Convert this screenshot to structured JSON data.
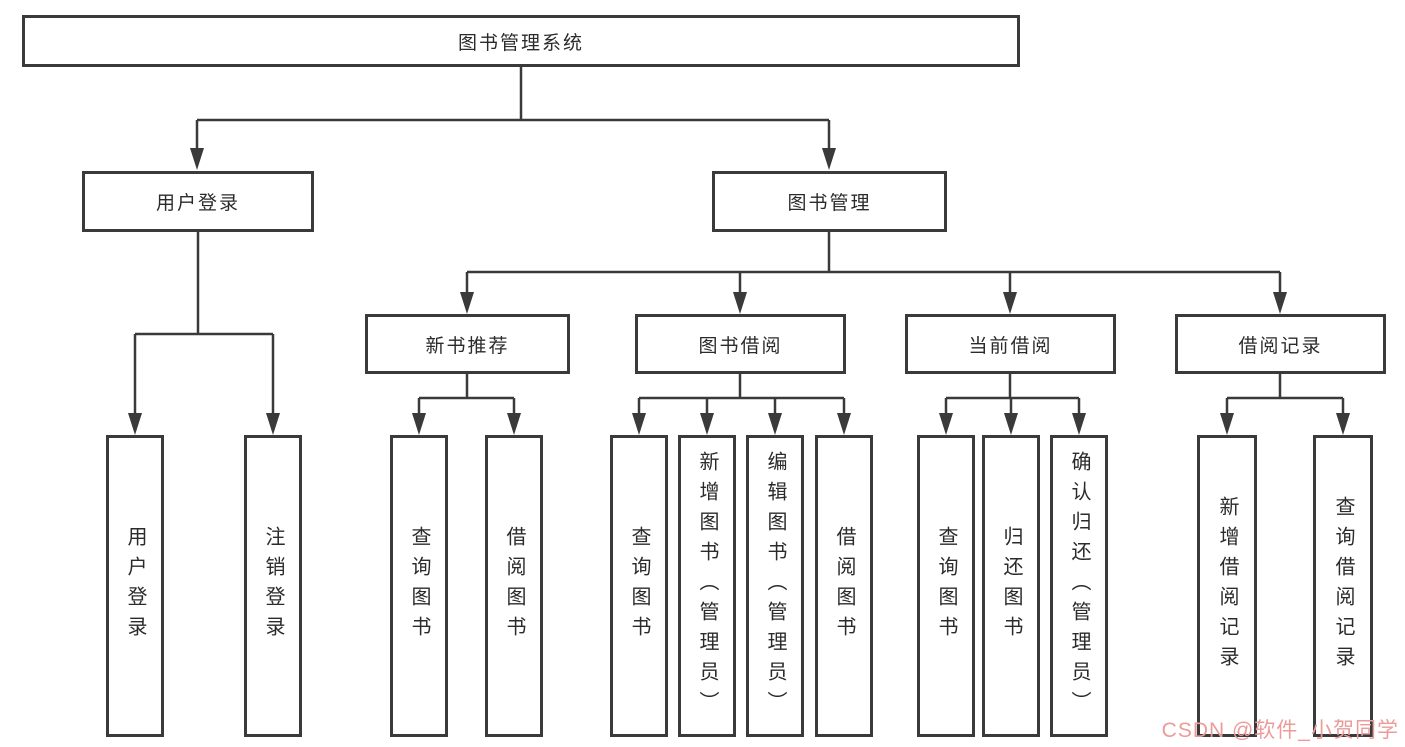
{
  "diagram": {
    "nodes": {
      "root": {
        "label": "图书管理系统"
      },
      "userLogin": {
        "label": "用户登录"
      },
      "bookMgmt": {
        "label": "图书管理"
      },
      "newBookRec": {
        "label": "新书推荐"
      },
      "bookBorrow": {
        "label": "图书借阅"
      },
      "currentBorrow": {
        "label": "当前借阅"
      },
      "borrowRecord": {
        "label": "借阅记录"
      },
      "leafUserLogin": {
        "label": "用户登录"
      },
      "leafLogout": {
        "label": "注销登录"
      },
      "leafQueryBook1": {
        "label": "查询图书"
      },
      "leafBorrowBook1": {
        "label": "借阅图书"
      },
      "leafQueryBook2": {
        "label": "查询图书"
      },
      "leafAddBook": {
        "label": "新增图书（管理员）"
      },
      "leafEditBook": {
        "label": "编辑图书（管理员）"
      },
      "leafBorrowBook2": {
        "label": "借阅图书"
      },
      "leafQueryBook3": {
        "label": "查询图书"
      },
      "leafReturnBook": {
        "label": "归还图书"
      },
      "leafConfirmReturn": {
        "label": "确认归还（管理员）"
      },
      "leafAddRecord": {
        "label": "新增借阅记录"
      },
      "leafQueryRecord": {
        "label": "查询借阅记录"
      }
    },
    "watermark": "CSDN @软件_小贺同学",
    "colors": {
      "line": "#3a3a3a",
      "box_border": "#3a3a3a",
      "text": "#2b2b2b",
      "watermark": "#ec9b9b",
      "background": "#ffffff"
    }
  }
}
